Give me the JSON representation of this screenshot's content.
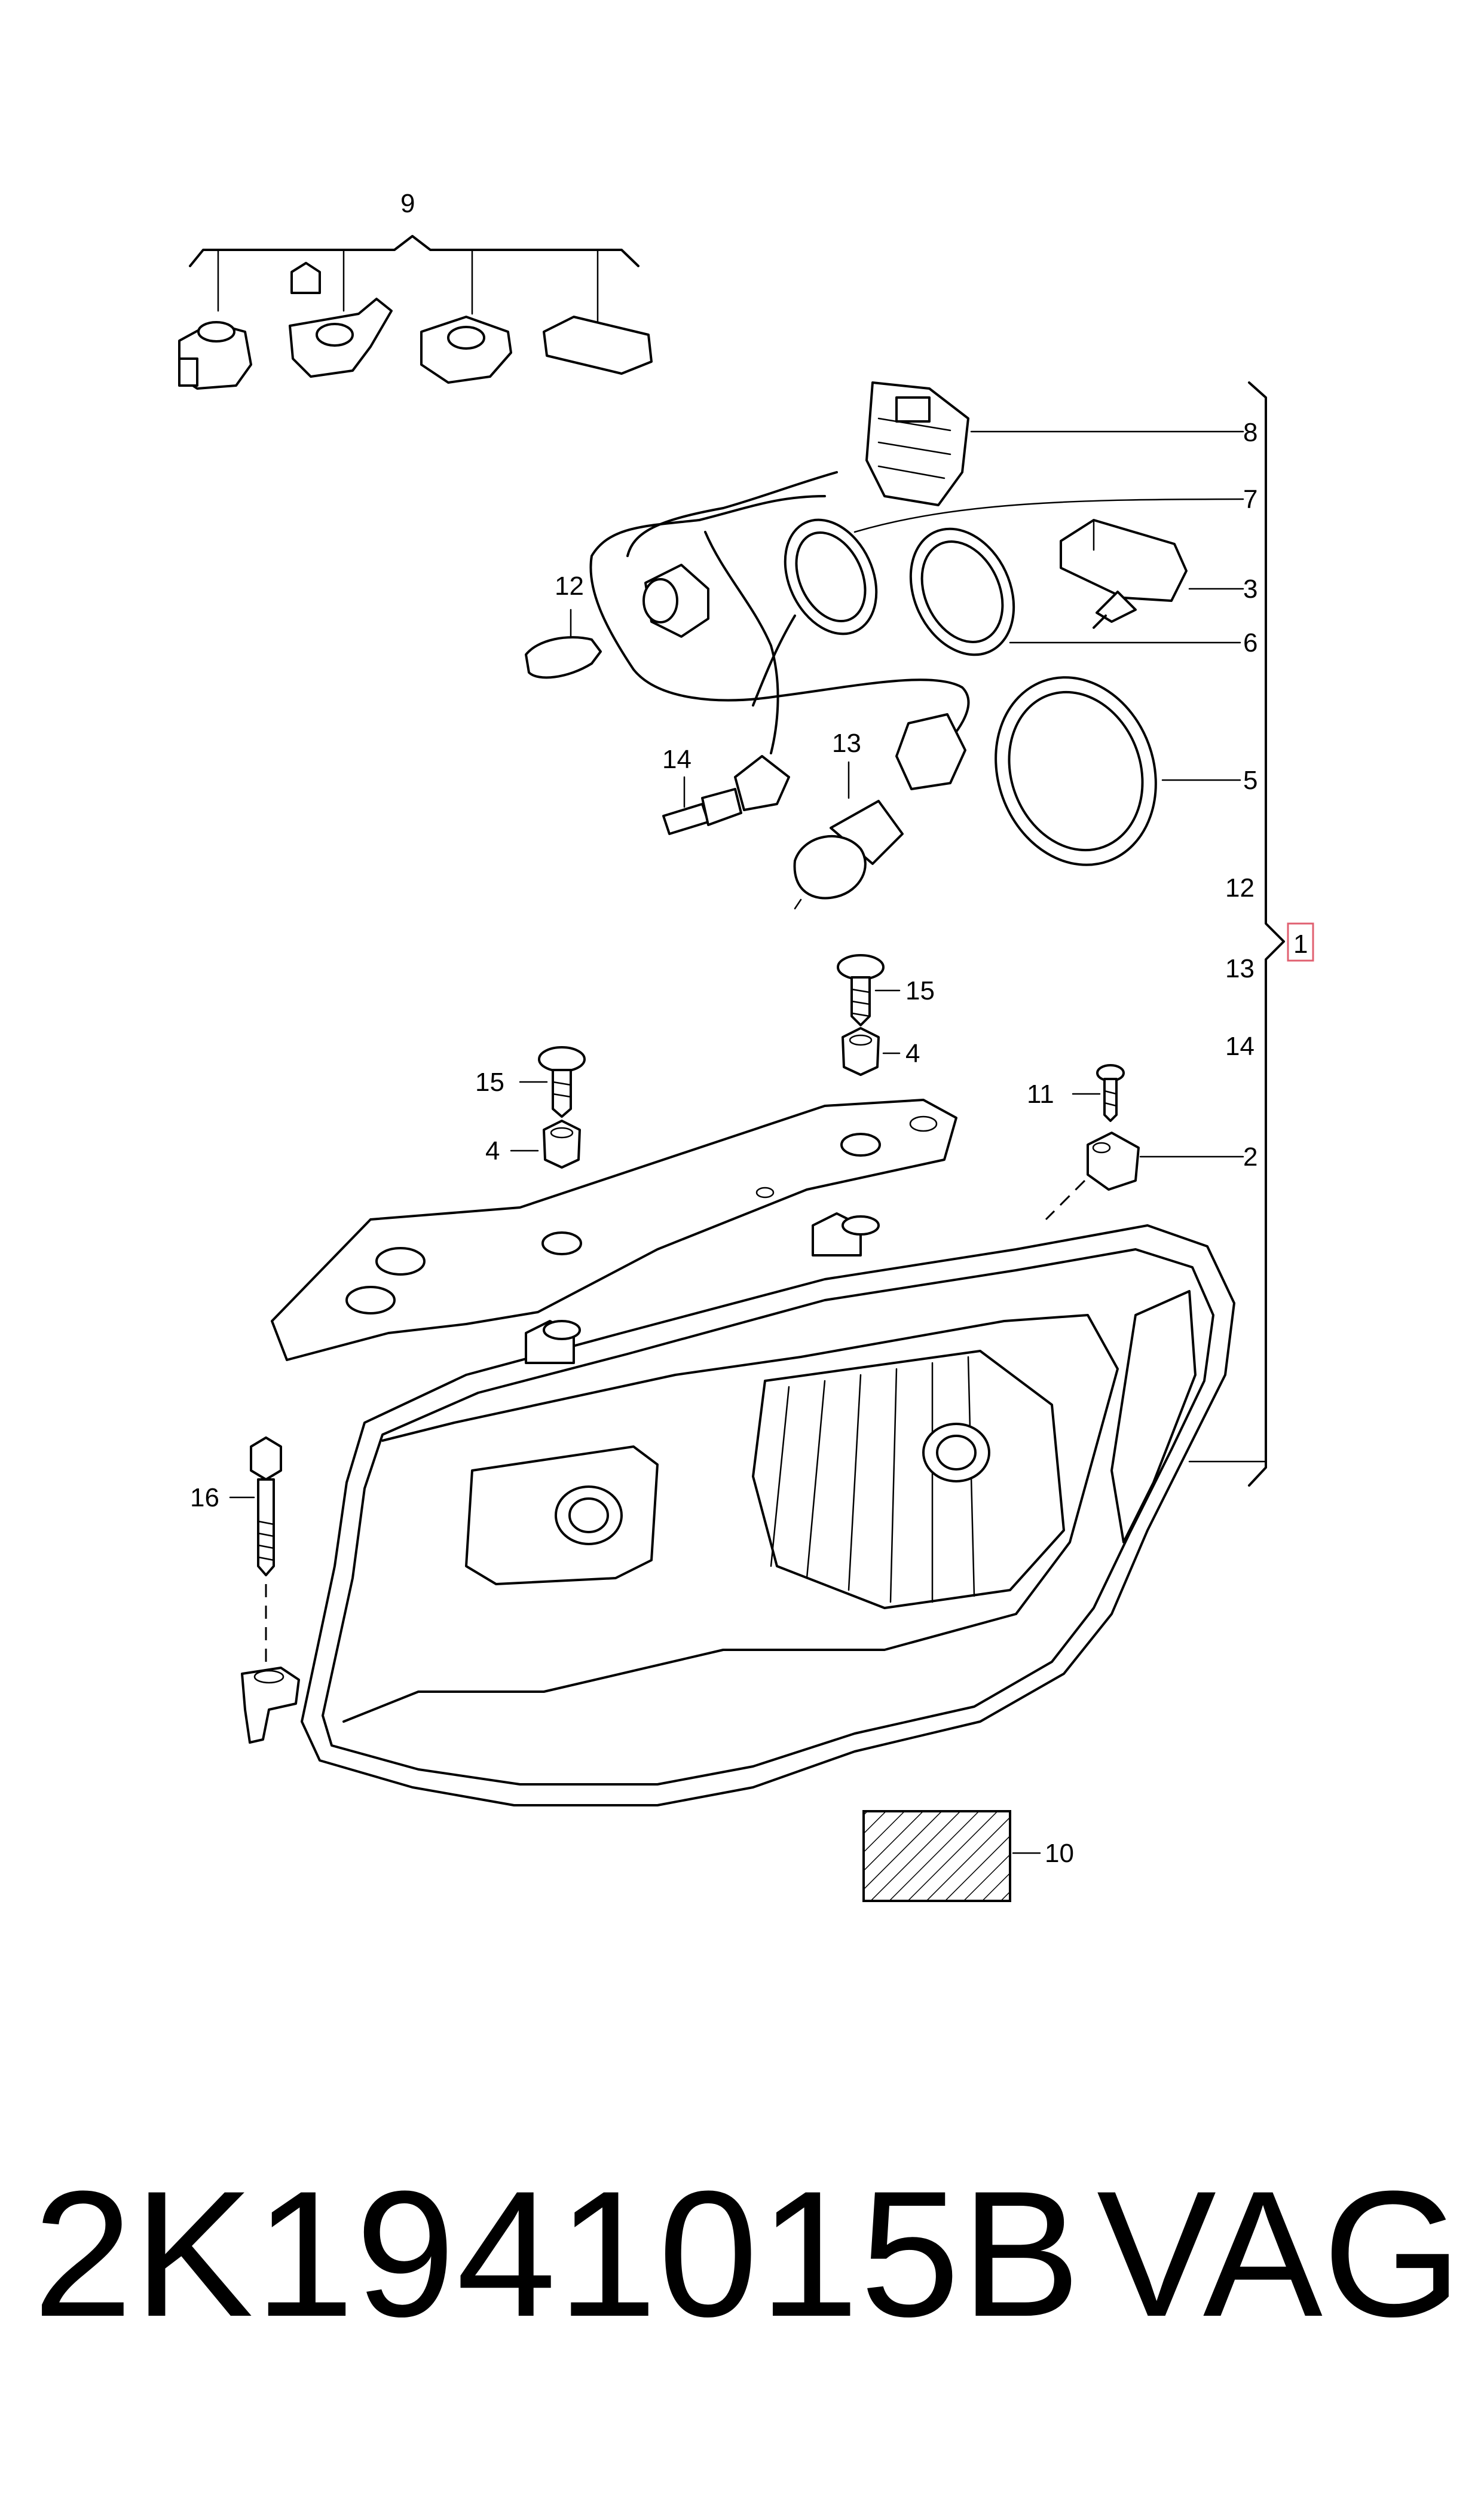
{
  "callouts": {
    "c9": "9",
    "c8": "8",
    "c7": "7",
    "c3": "3",
    "c6": "6",
    "c12a": "12",
    "c14a": "14",
    "c13a": "13",
    "c5": "5",
    "c12b": "12",
    "c13b": "13",
    "c14b": "14",
    "c1": "1",
    "c15a": "15",
    "c4a": "4",
    "c15b": "15",
    "c4b": "4",
    "c11": "11",
    "c2": "2",
    "c16": "16",
    "c10": "10"
  },
  "footer": {
    "part_number": "2K1941015B",
    "brand": "VAG"
  },
  "colors": {
    "line": "#000000",
    "highlight_box": "#e06070",
    "background": "#ffffff"
  }
}
